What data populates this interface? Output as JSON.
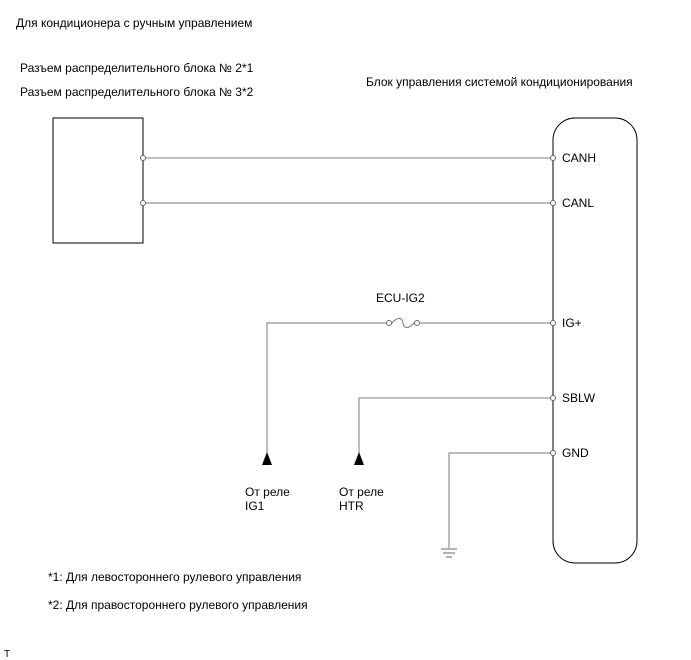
{
  "title": "Для кондиционера с ручным управлением",
  "connector_labels": {
    "line1": "Разъем распределительного блока № 2*1",
    "line2": "Разъем распределительного блока № 3*2"
  },
  "ecu_label": "Блок управления системой кондиционирования",
  "pins": {
    "canh": "CANH",
    "canl": "CANL",
    "ig": "IG+",
    "sblw": "SBLW",
    "gnd": "GND"
  },
  "fuse_label": "ECU-IG2",
  "sources": {
    "ig1_line1": "От реле",
    "ig1_line2": "IG1",
    "htr_line1": "От реле",
    "htr_line2": "HTR"
  },
  "footnotes": {
    "note1": "*1: Для левостороннего рулевого управления",
    "note2": "*2: Для правостороннего рулевого управления"
  },
  "corner_mark": "T"
}
